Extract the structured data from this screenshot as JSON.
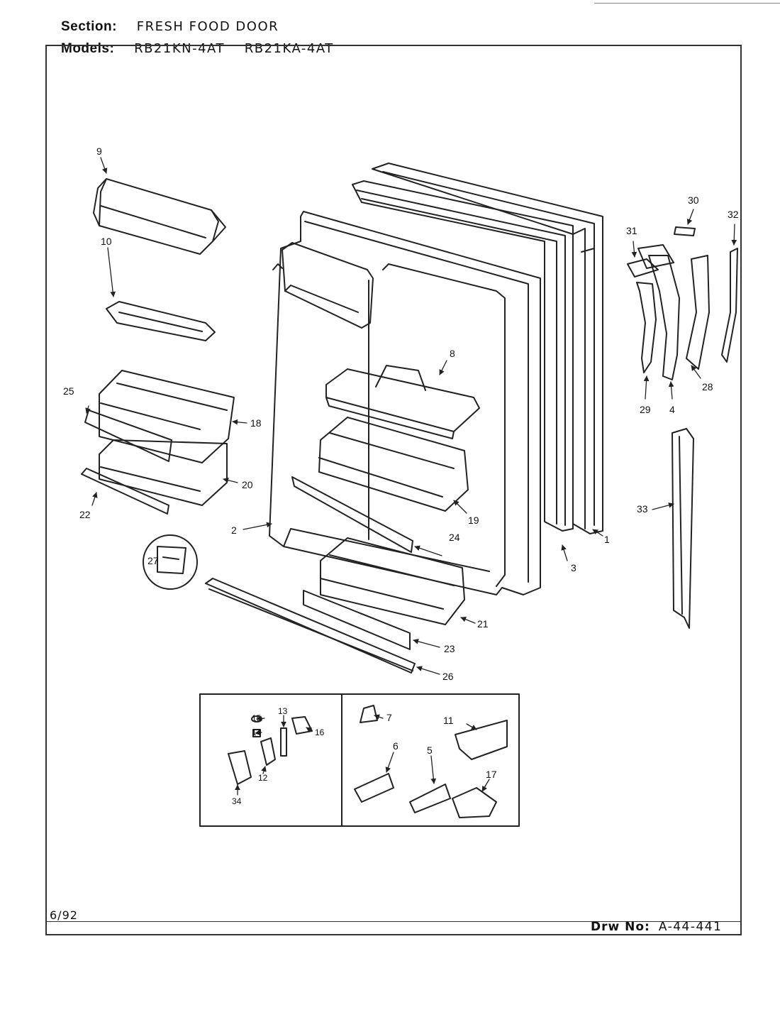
{
  "header": {
    "section_label": "Section:",
    "section_value": "FRESH FOOD DOOR",
    "models_label": "Models:",
    "models": [
      "RB21KN-4AT",
      "RB21KA-4AT"
    ]
  },
  "footer": {
    "date": "6/92",
    "drawing_label": "Drw No:",
    "drawing_number": "A-44-441"
  },
  "callouts": [
    "1",
    "2",
    "3",
    "4",
    "5",
    "6",
    "7",
    "8",
    "9",
    "10",
    "11",
    "12",
    "13",
    "14",
    "15",
    "16",
    "17",
    "18",
    "19",
    "20",
    "21",
    "22",
    "23",
    "24",
    "25",
    "26",
    "27",
    "28",
    "29",
    "30",
    "31",
    "32",
    "33",
    "34"
  ]
}
